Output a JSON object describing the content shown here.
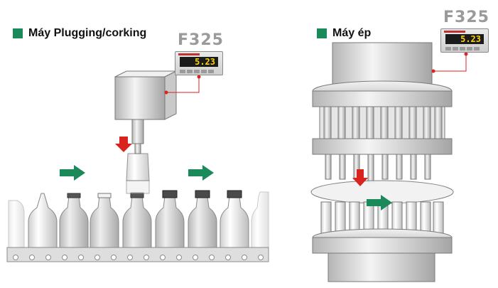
{
  "left": {
    "title": "Máy Plugging/corking",
    "model": "F325",
    "display": "5.23"
  },
  "right": {
    "title": "Máy ép",
    "model": "F325",
    "display": "5.23"
  },
  "colors": {
    "accent_green": "#1a8a5a",
    "arrow_red": "#d9231f",
    "lcd_yellow": "#ffd200",
    "wire_red": "#d9231f"
  }
}
